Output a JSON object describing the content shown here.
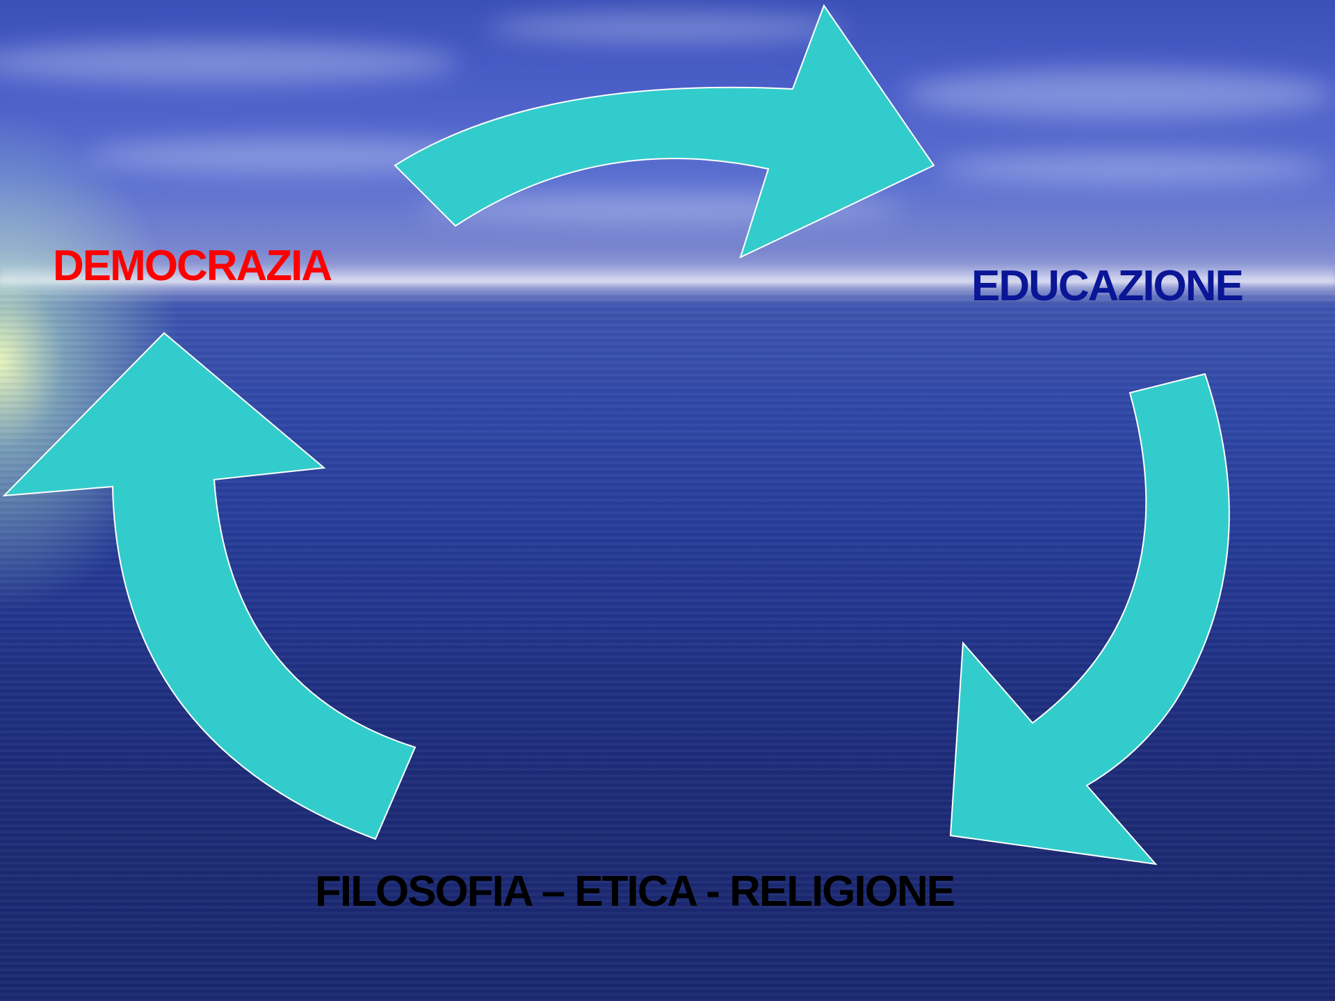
{
  "diagram": {
    "nodes": [
      {
        "id": "democrazia",
        "label": "DEMOCRAZIA",
        "color": "#ff0000"
      },
      {
        "id": "educazione",
        "label": "EDUCAZIONE",
        "color": "#0a1696"
      },
      {
        "id": "filosofia",
        "label": "FILOSOFIA – ETICA - RELIGIONE",
        "color": "#000000"
      }
    ],
    "edges": [
      {
        "from": "democrazia",
        "to": "educazione"
      },
      {
        "from": "educazione",
        "to": "filosofia"
      },
      {
        "from": "filosofia",
        "to": "democrazia"
      }
    ],
    "arrow_color": "#33cccc",
    "arrow_outline": "#ffffff"
  }
}
